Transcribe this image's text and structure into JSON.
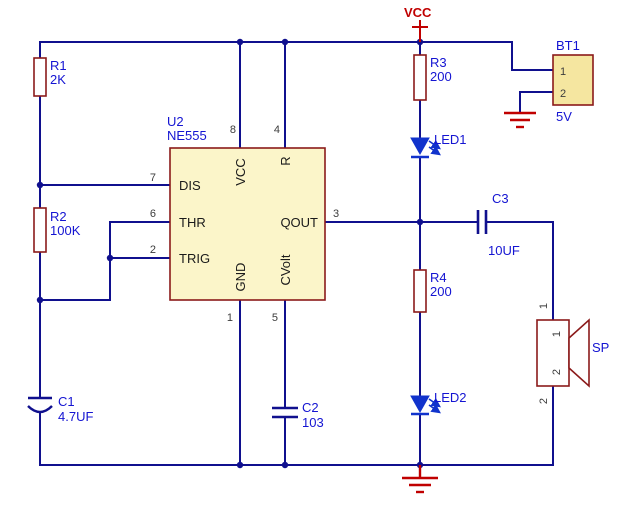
{
  "colors": {
    "wire": "#10108E",
    "label_text": "#1414D2",
    "component_outline": "#8B1A1A",
    "ic_fill": "#FBF5C9",
    "connector_fill": "#F5E6A0",
    "led_blue": "#1133CC",
    "power_red": "#C00000",
    "pin_number_text": "#3C3C3C",
    "pin_name_text": "#1A1A1A",
    "background": "#FFFFFF"
  },
  "power": {
    "vcc_label": "VCC",
    "battery": {
      "ref": "BT1",
      "voltage": "5V",
      "pin_numbers": [
        "1",
        "2"
      ]
    }
  },
  "ic": {
    "ref": "U2",
    "part": "NE555",
    "pins": [
      {
        "num": "7",
        "name": "DIS"
      },
      {
        "num": "6",
        "name": "THR"
      },
      {
        "num": "2",
        "name": "TRIG"
      },
      {
        "num": "8",
        "name": "VCC"
      },
      {
        "num": "4",
        "name": "R"
      },
      {
        "num": "3",
        "name": "QOUT"
      },
      {
        "num": "1",
        "name": "GND"
      },
      {
        "num": "5",
        "name": "CVolt"
      }
    ]
  },
  "resistors": [
    {
      "ref": "R1",
      "value": "2K"
    },
    {
      "ref": "R2",
      "value": "100K"
    },
    {
      "ref": "R3",
      "value": "200"
    },
    {
      "ref": "R4",
      "value": "200"
    }
  ],
  "capacitors": [
    {
      "ref": "C1",
      "value": "4.7UF"
    },
    {
      "ref": "C2",
      "value": "103"
    },
    {
      "ref": "C3",
      "value": "10UF"
    }
  ],
  "leds": [
    {
      "ref": "LED1"
    },
    {
      "ref": "LED2"
    }
  ],
  "speaker": {
    "ref": "SP",
    "pin_numbers": [
      "1",
      "2"
    ]
  }
}
